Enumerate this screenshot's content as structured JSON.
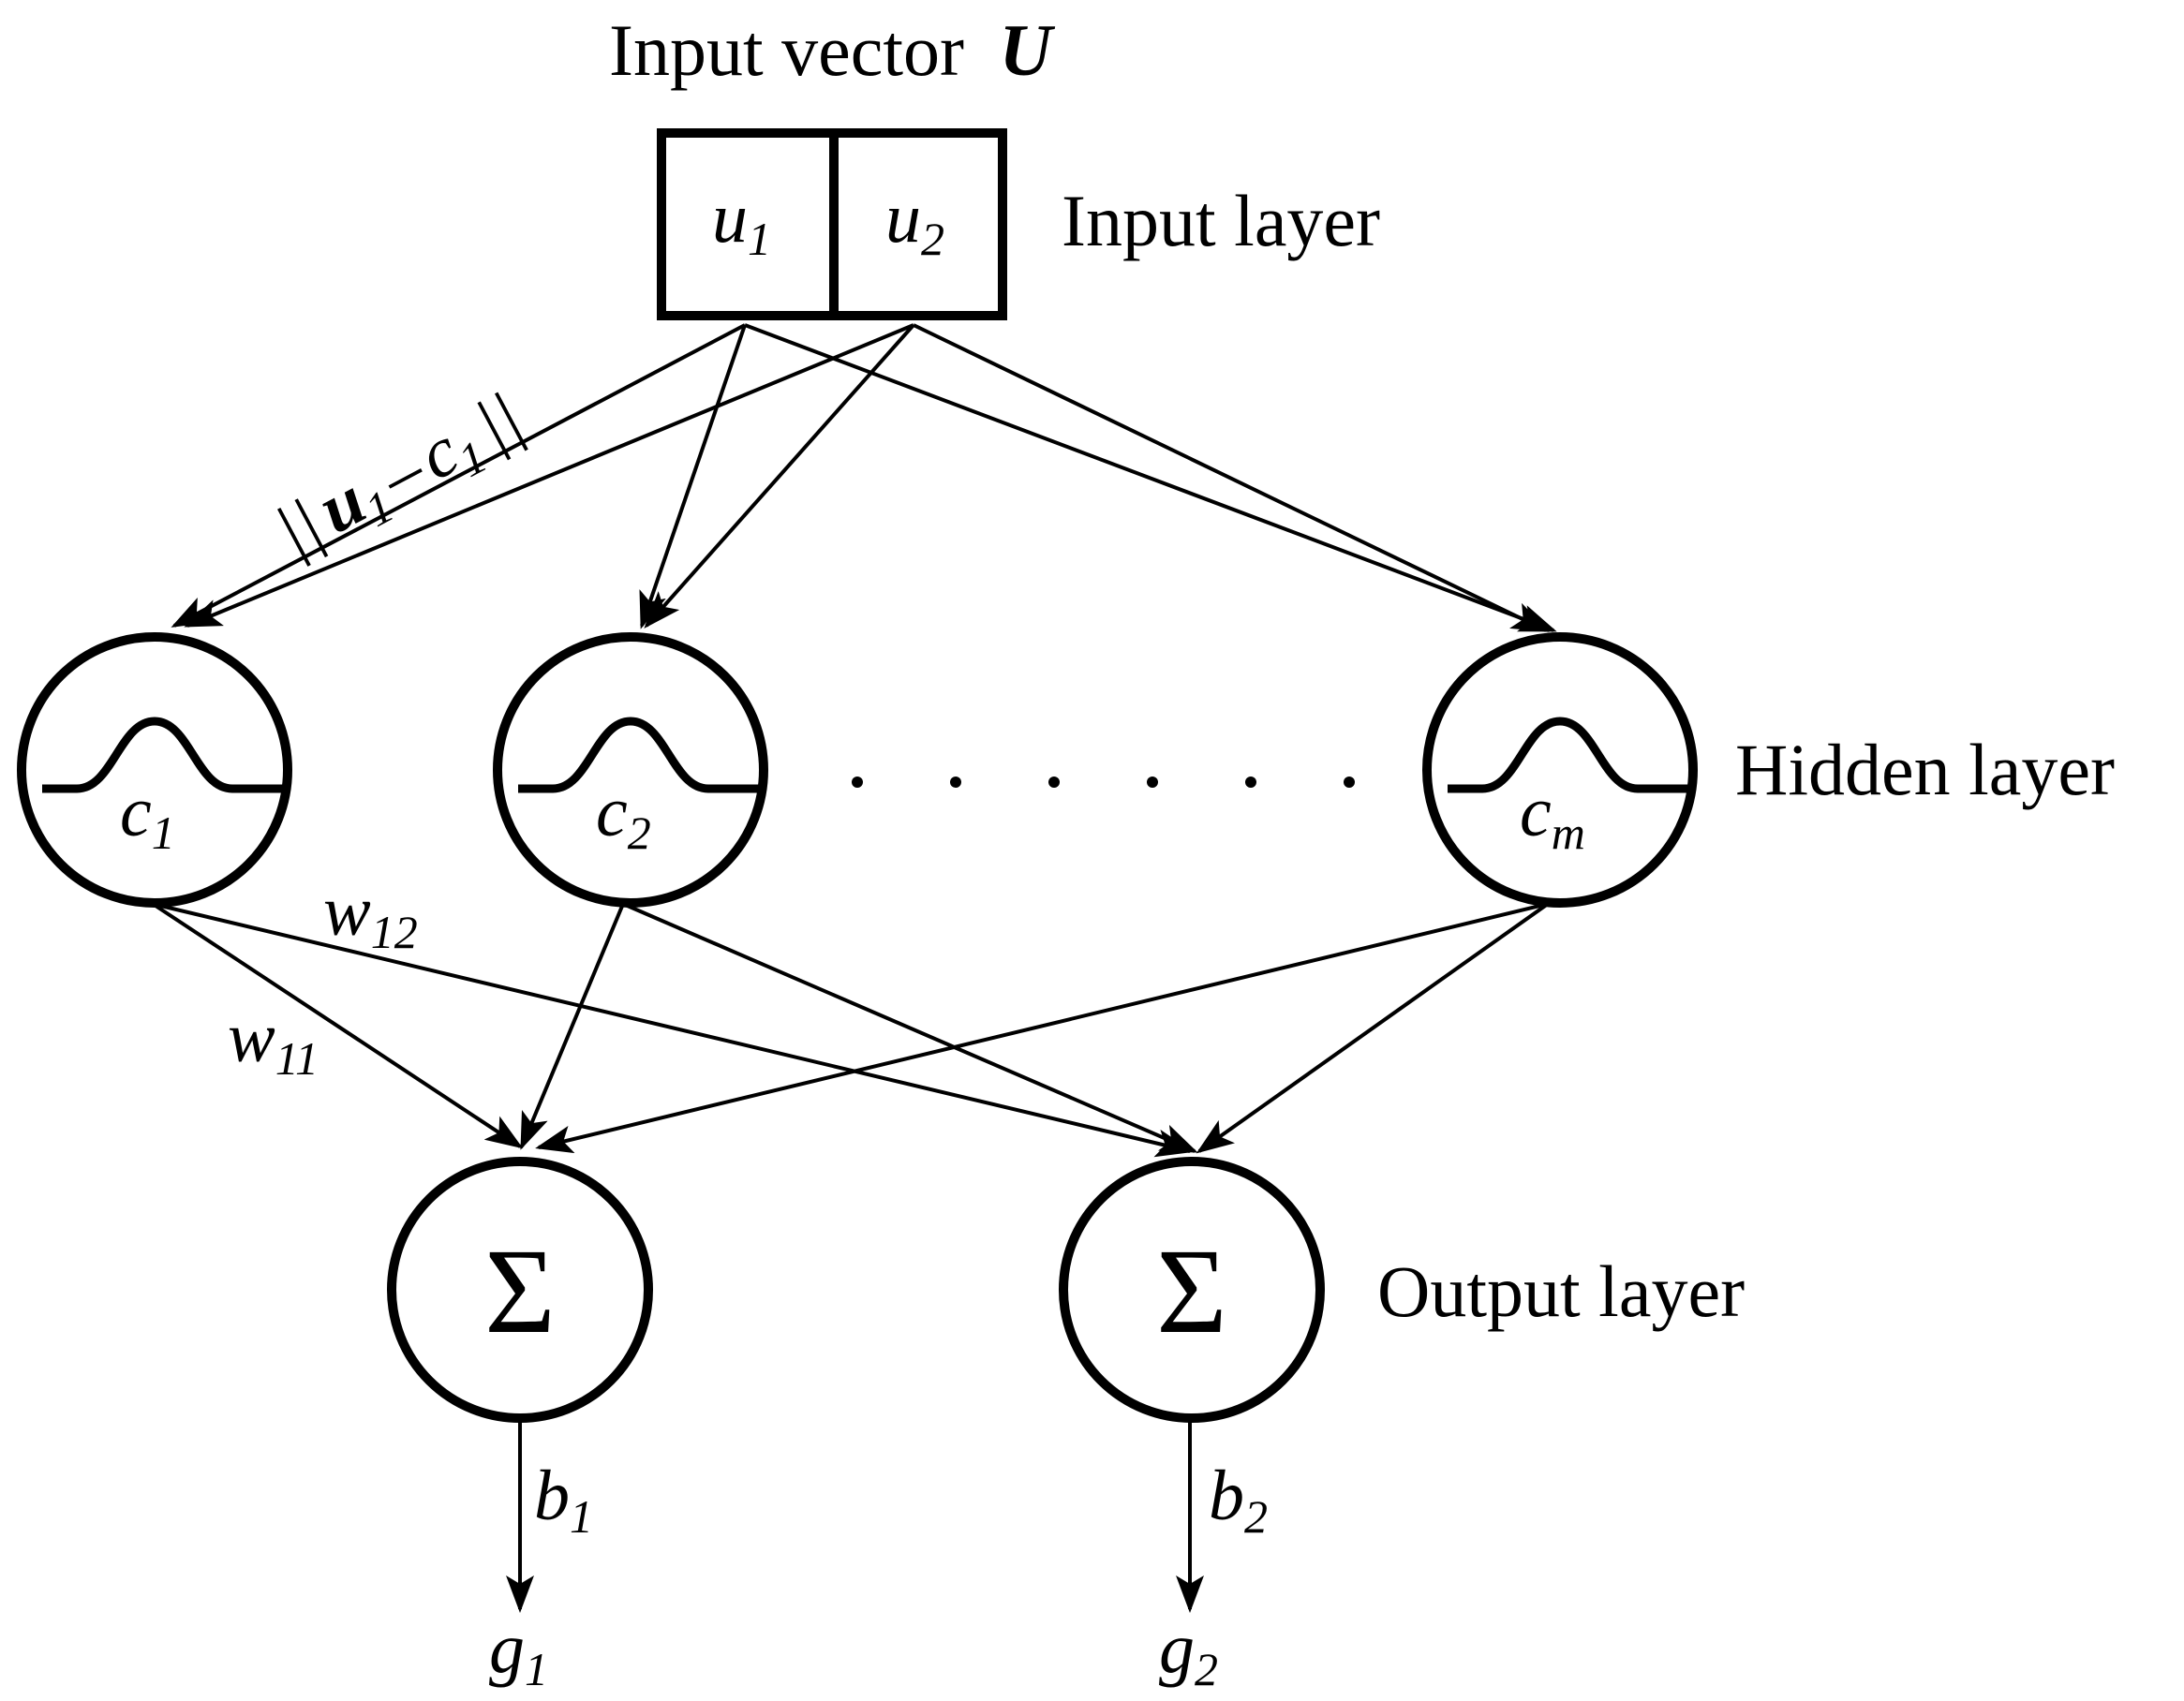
{
  "title": {
    "main": "Input vector",
    "symbol": "U"
  },
  "layers": {
    "input": "Input layer",
    "hidden": "Hidden layer",
    "output": "Output layer"
  },
  "inputs": [
    {
      "base": "u",
      "sub": "1"
    },
    {
      "base": "u",
      "sub": "2"
    }
  ],
  "hidden_nodes": [
    {
      "base": "c",
      "sub": "1"
    },
    {
      "base": "c",
      "sub": "2"
    },
    {
      "base": "c",
      "sub": "m"
    }
  ],
  "distance_label": {
    "open": "||",
    "u": "u",
    "u_sub": "1",
    "minus": "–",
    "c": "c",
    "c_sub": "1",
    "close": "||"
  },
  "weights": [
    {
      "base": "w",
      "sub": "12"
    },
    {
      "base": "w",
      "sub": "11"
    }
  ],
  "output_nodes": [
    {
      "symbol": "Σ"
    },
    {
      "symbol": "Σ"
    }
  ],
  "biases": [
    {
      "base": "b",
      "sub": "1"
    },
    {
      "base": "b",
      "sub": "2"
    }
  ],
  "outputs": [
    {
      "base": "g",
      "sub": "1"
    },
    {
      "base": "g",
      "sub": "2"
    }
  ],
  "ellipsis_dots": 6
}
